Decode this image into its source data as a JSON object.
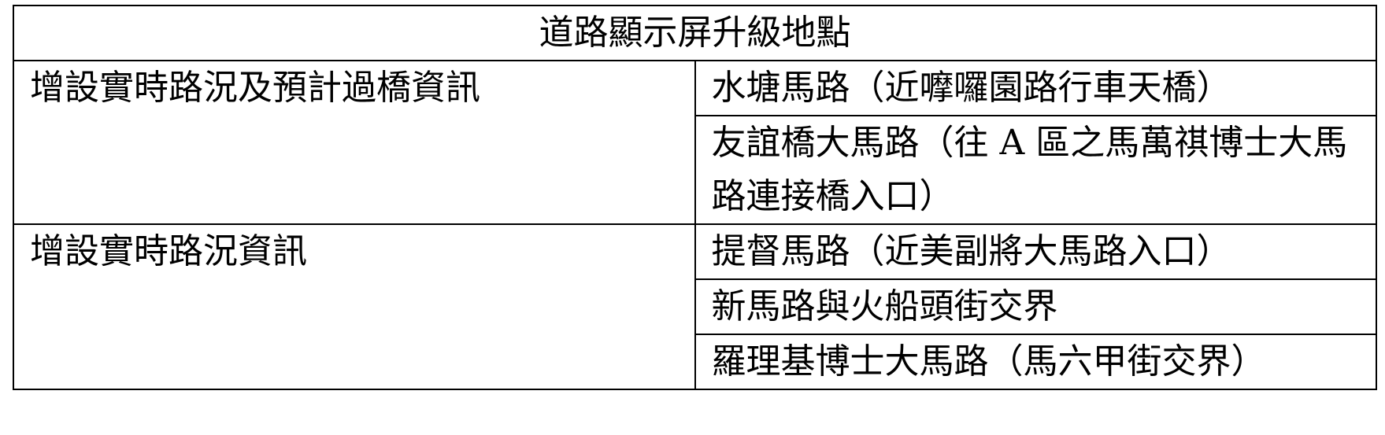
{
  "table": {
    "title": "道路顯示屏升級地點",
    "groups": [
      {
        "category": "增設實時路況及預計過橋資訊",
        "locations": [
          "水塘馬路（近嚤囉園路行車天橋）",
          "友誼橋大馬路（往 A 區之馬萬祺博士大馬路連接橋入口）"
        ]
      },
      {
        "category": "增設實時路況資訊",
        "locations": [
          "提督馬路（近美副將大馬路入口）",
          "新馬路與火船頭街交界",
          "羅理基博士大馬路（馬六甲街交界）"
        ]
      }
    ]
  }
}
